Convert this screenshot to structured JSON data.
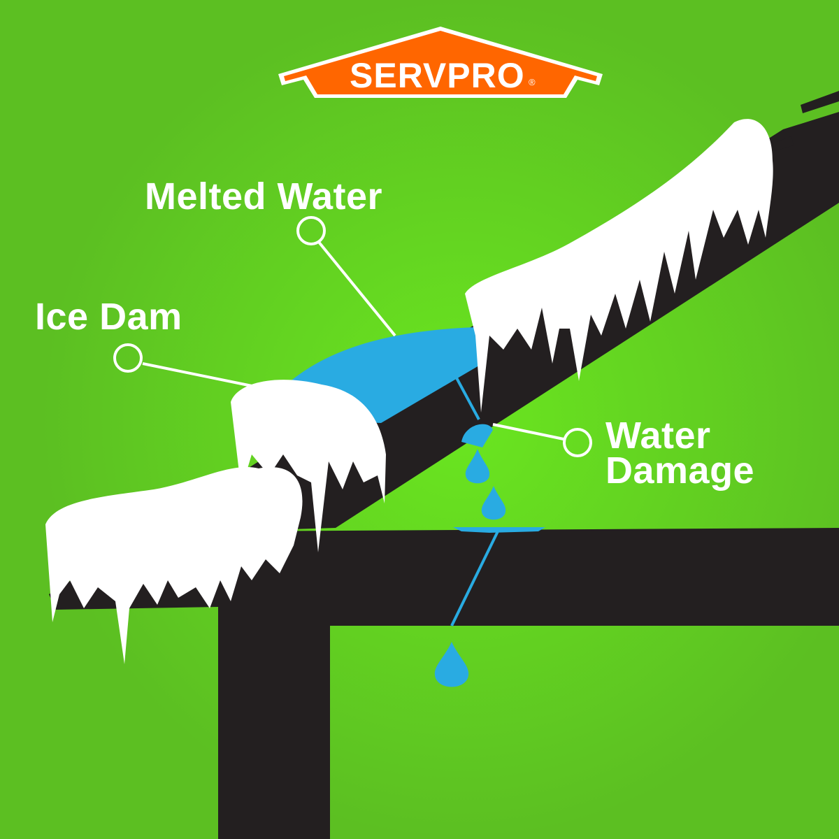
{
  "logo": {
    "text": "SERVPRO",
    "registered": "®",
    "color": "#ff6600"
  },
  "labels": {
    "melted_water": "Melted Water",
    "ice_dam": "Ice Dam",
    "water_damage_line1": "Water",
    "water_damage_line2": "Damage"
  },
  "colors": {
    "background": "#5cbf22",
    "highlight": "#6ae620",
    "structure": "#231f20",
    "water": "#29abe2",
    "snow": "#ffffff"
  }
}
